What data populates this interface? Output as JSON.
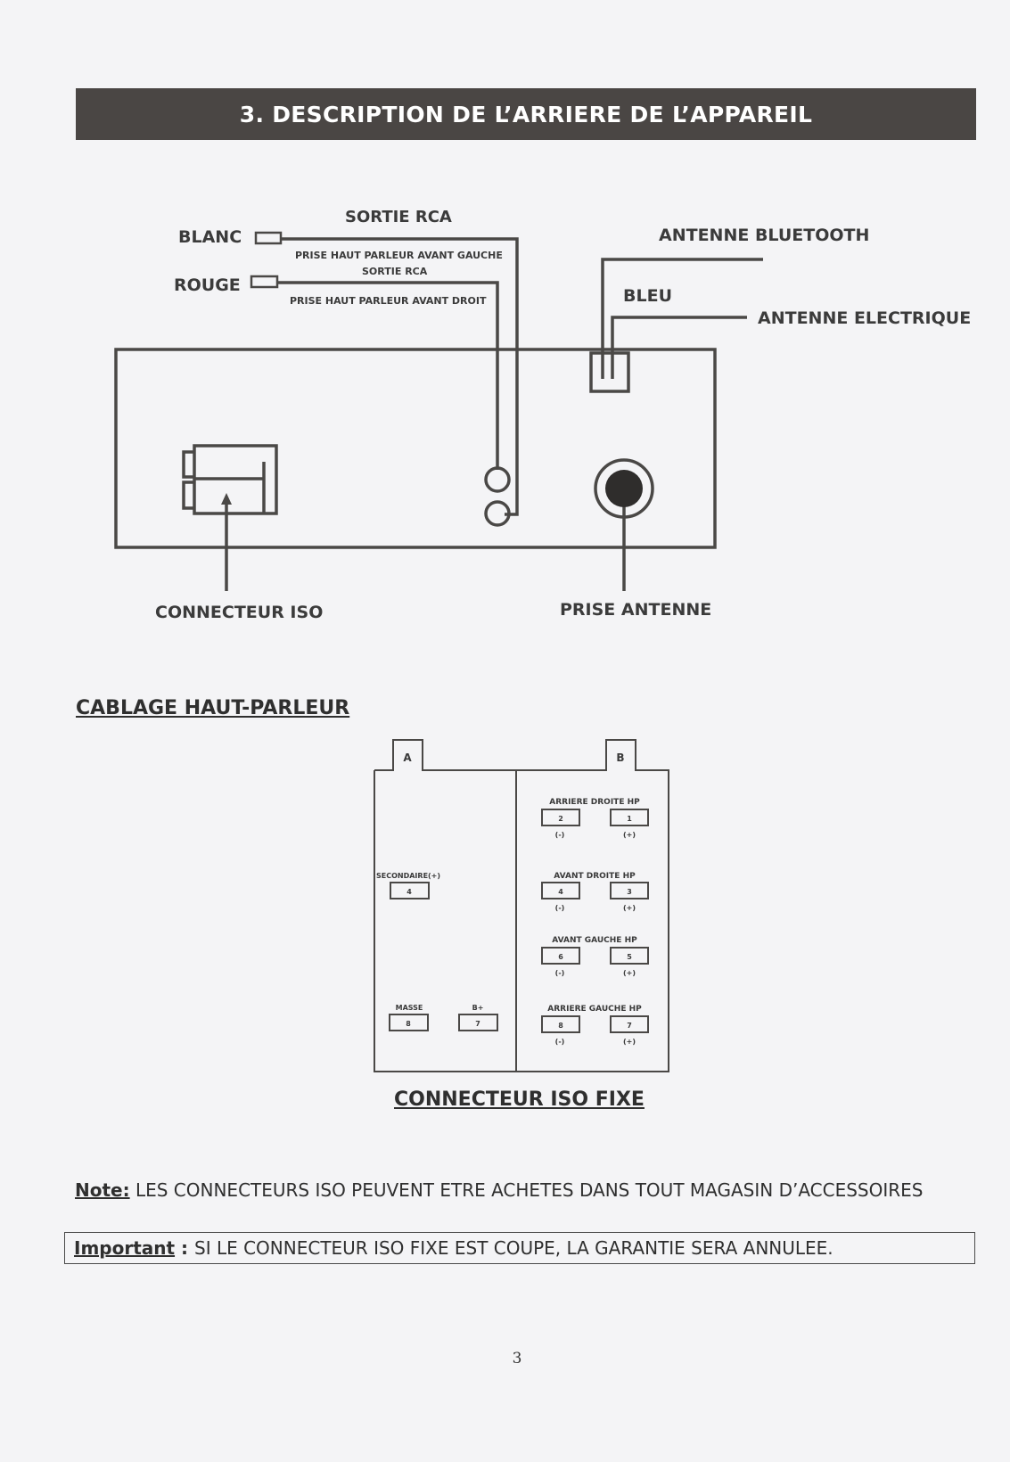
{
  "header": {
    "title": "3. DESCRIPTION DE L’ARRIERE DE L’APPAREIL"
  },
  "rear_diagram": {
    "sortie_rca_top": "SORTIE RCA",
    "blanc": "BLANC",
    "rouge": "ROUGE",
    "prise_hp_avant_gauche": "PRISE HAUT PARLEUR AVANT GAUCHE",
    "sortie_rca_small": "SORTIE RCA",
    "prise_hp_avant_droit": "PRISE HAUT PARLEUR AVANT DROIT",
    "antenne_bluetooth": "ANTENNE BLUETOOTH",
    "bleu": "BLEU",
    "antenne_electrique": "ANTENNE ELECTRIQUE",
    "connecteur_iso": "CONNECTEUR ISO",
    "prise_antenne": "PRISE ANTENNE"
  },
  "cablage": {
    "section_title": "CABLAGE HAUT-PARLEUR",
    "connector_a": "A",
    "connector_b": "B",
    "a_pins": {
      "secondaire_label": "SECONDAIRE(+)",
      "secondaire_pin": "4",
      "masse_label": "MASSE",
      "masse_pin": "8",
      "bplus_label": "B+",
      "bplus_pin": "7"
    },
    "b_groups": [
      {
        "label": "ARRIERE DROITE HP",
        "left_pin": "2",
        "right_pin": "1",
        "left_sign": "(-)",
        "right_sign": "(+)"
      },
      {
        "label": "AVANT DROITE HP",
        "left_pin": "4",
        "right_pin": "3",
        "left_sign": "(-)",
        "right_sign": "(+)"
      },
      {
        "label": "AVANT GAUCHE HP",
        "left_pin": "6",
        "right_pin": "5",
        "left_sign": "(-)",
        "right_sign": "(+)"
      },
      {
        "label": "ARRIERE GAUCHE HP",
        "left_pin": "8",
        "right_pin": "7",
        "left_sign": "(-)",
        "right_sign": "(+)"
      }
    ],
    "caption": "CONNECTEUR ISO FIXE"
  },
  "note": {
    "label": "Note:",
    "text": " LES CONNECTEURS ISO PEUVENT ETRE ACHETES DANS TOUT MAGASIN D’ACCESSOIRES"
  },
  "important": {
    "label": "Important",
    "colon": " : ",
    "text": "SI LE CONNECTEUR ISO FIXE EST COUPE, LA GARANTIE SERA ANNULEE."
  },
  "page_number": "3",
  "colors": {
    "line": "#4a4846",
    "title_bar": "#4a4644",
    "paper": "#f4f4f6"
  }
}
